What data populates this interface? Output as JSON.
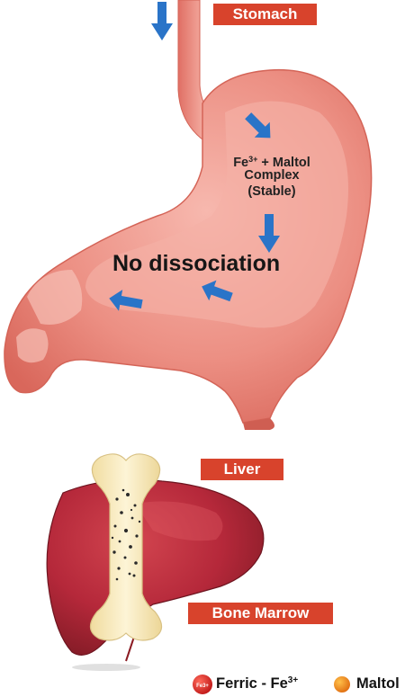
{
  "labels": {
    "stomach": "Stomach",
    "liver": "Liver",
    "bone_marrow": "Bone Marrow"
  },
  "complex": {
    "line1_prefix": "Fe",
    "line1_superscript": "3+",
    "line1_suffix": " + Maltol",
    "line2": "Complex",
    "line3": "(Stable)"
  },
  "dissociation": "No dissociation",
  "legend": {
    "ferric_marker": "Fe3+",
    "ferric_prefix": "Ferric - Fe",
    "ferric_superscript": "3+",
    "maltol": "Maltol"
  },
  "colors": {
    "label_bg": "#d8432c",
    "arrow": "#2a74c8",
    "stomach": "#e57f74",
    "liver": "#a5222e",
    "bone": "#f5e7b5"
  }
}
